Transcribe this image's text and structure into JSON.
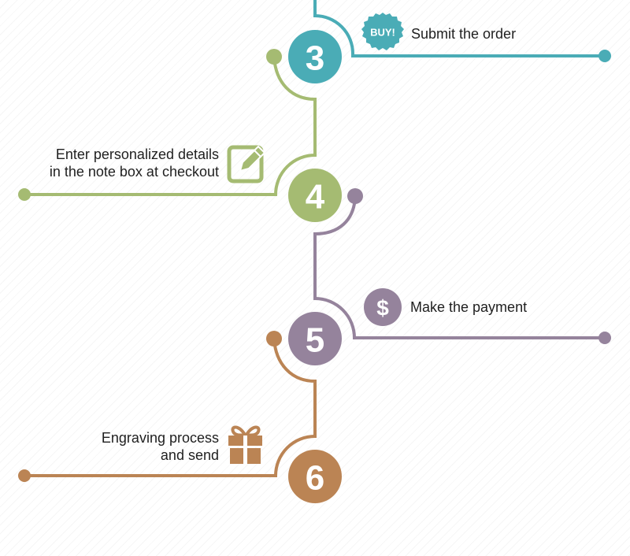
{
  "steps": [
    {
      "number": "3",
      "color": "#4aacb6",
      "icon": "buy-badge-icon",
      "icon_text": "BUY!",
      "label_lines": [
        "Submit the order"
      ]
    },
    {
      "number": "4",
      "color": "#a5bb72",
      "icon": "edit-note-icon",
      "label_lines": [
        "Enter personalized details",
        "in the note box at checkout"
      ]
    },
    {
      "number": "5",
      "color": "#95839c",
      "icon": "dollar-icon",
      "icon_text": "$",
      "label_lines": [
        "Make the payment"
      ]
    },
    {
      "number": "6",
      "color": "#bb8454",
      "icon": "gift-icon",
      "label_lines": [
        "Engraving process",
        "and send"
      ]
    }
  ]
}
